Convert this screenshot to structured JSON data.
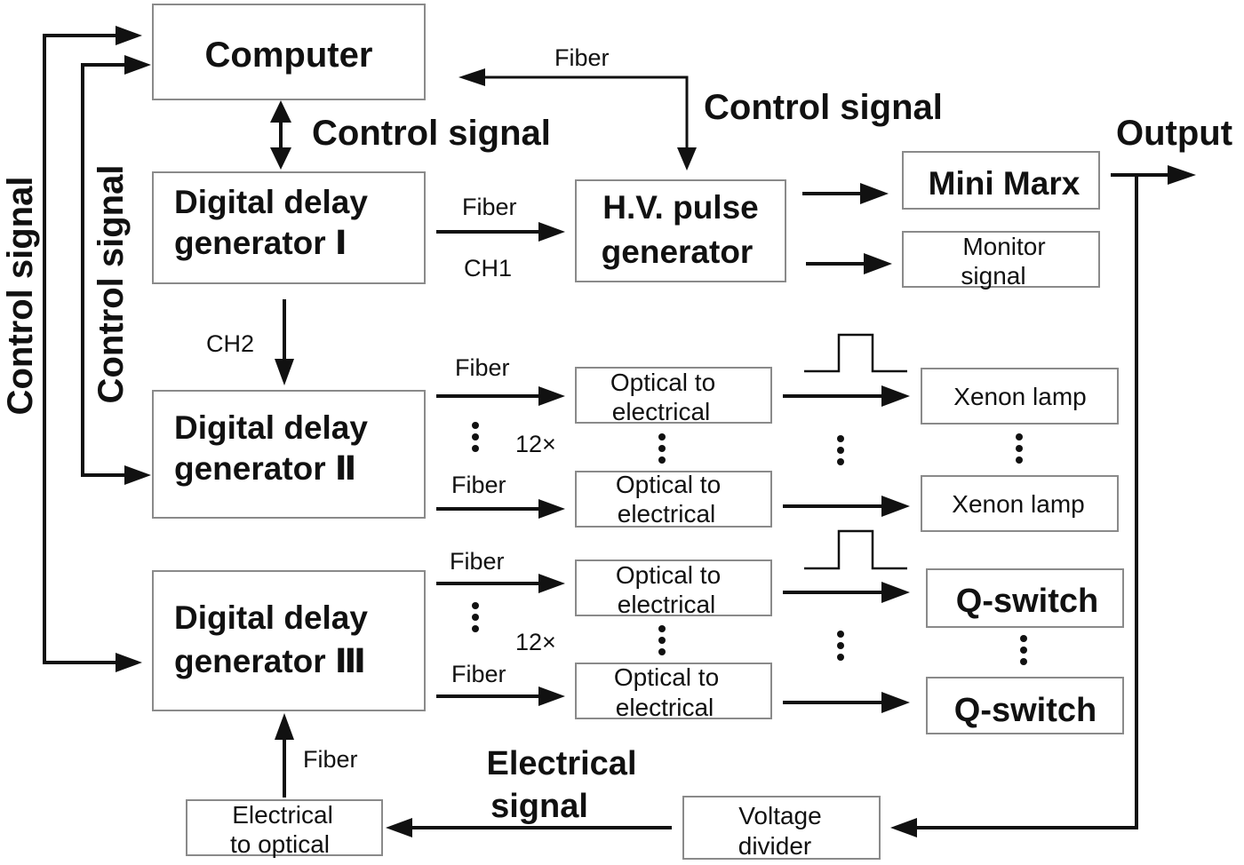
{
  "boxes": {
    "computer": "Computer",
    "ddg1": [
      "Digital delay",
      "generator Ⅰ"
    ],
    "ddg2": [
      "Digital delay",
      "generator Ⅱ"
    ],
    "ddg3": [
      "Digital delay",
      "generator Ⅲ"
    ],
    "hv_pulse": [
      "H.V. pulse",
      "generator"
    ],
    "mini_marx": "Mini Marx",
    "monitor": [
      "Monitor",
      "signal"
    ],
    "o2e_1": [
      "Optical to",
      "electrical"
    ],
    "o2e_2": [
      "Optical to",
      "electrical"
    ],
    "o2e_3": [
      "Optical to",
      "electrical"
    ],
    "o2e_4": [
      "Optical to",
      "electrical"
    ],
    "xenon_1": "Xenon lamp",
    "xenon_2": "Xenon lamp",
    "qswitch_1": "Q-switch",
    "qswitch_2": "Q-switch",
    "e2o": [
      "Electrical",
      "to optical"
    ],
    "voltage_divider": [
      "Voltage",
      "divider"
    ]
  },
  "labels": {
    "control_signal_outer": "Control signal",
    "control_signal_inner": "Control signal",
    "control_signal_computer": "Control signal",
    "control_signal_hv": "Control signal",
    "fiber_top": "Fiber",
    "fiber_ddg1": "Fiber",
    "ch1": "CH1",
    "ch2": "CH2",
    "fiber_ddg2_a": "Fiber",
    "fiber_ddg2_b": "Fiber",
    "count_ddg2": "12×",
    "fiber_ddg3_a": "Fiber",
    "fiber_ddg3_b": "Fiber",
    "count_ddg3": "12×",
    "fiber_bottom": "Fiber",
    "output": "Output",
    "electrical_signal": [
      "Electrical",
      "signal"
    ]
  }
}
